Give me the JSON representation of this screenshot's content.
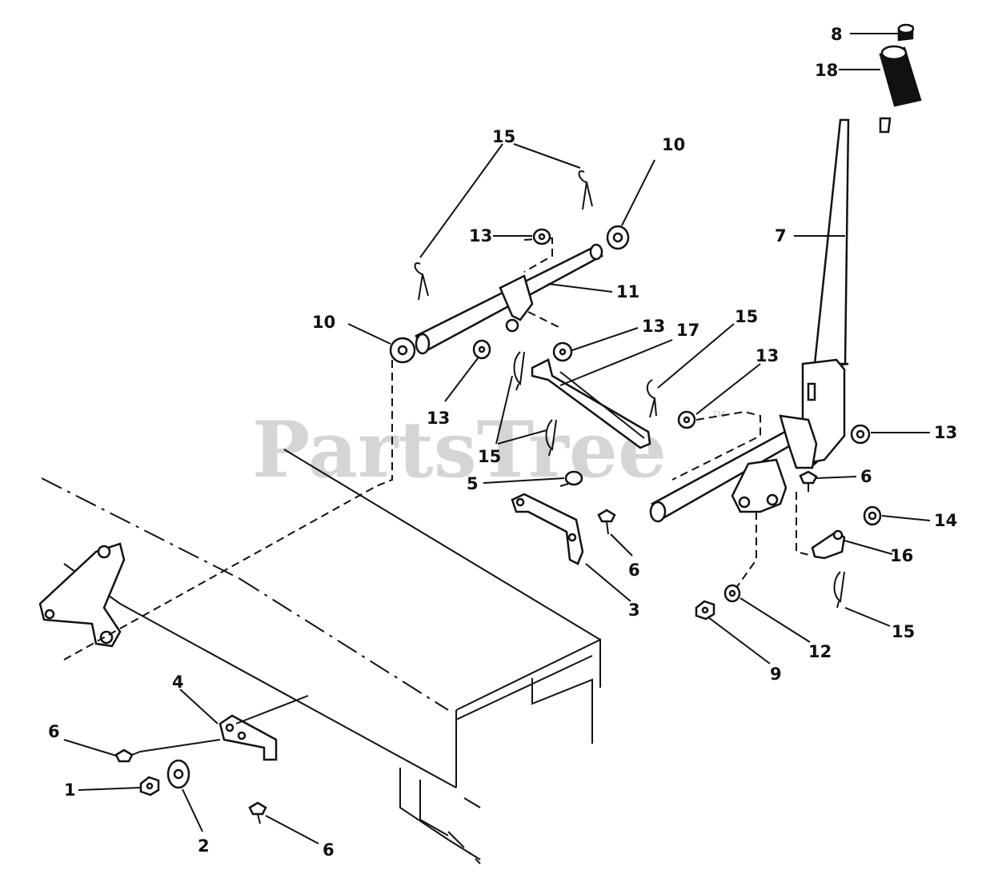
{
  "watermark": {
    "text": "PartsTree",
    "mark": "TM"
  },
  "callouts": [
    {
      "id": "c8",
      "label": "8"
    },
    {
      "id": "c18",
      "label": "18"
    },
    {
      "id": "c15a",
      "label": "15"
    },
    {
      "id": "c10a",
      "label": "10"
    },
    {
      "id": "c13a",
      "label": "13"
    },
    {
      "id": "c7",
      "label": "7"
    },
    {
      "id": "c11",
      "label": "11"
    },
    {
      "id": "c10b",
      "label": "10"
    },
    {
      "id": "c13b",
      "label": "13"
    },
    {
      "id": "c17",
      "label": "17"
    },
    {
      "id": "c15b",
      "label": "15"
    },
    {
      "id": "c13c",
      "label": "13"
    },
    {
      "id": "c13d",
      "label": "13"
    },
    {
      "id": "c13e",
      "label": "13"
    },
    {
      "id": "c15c",
      "label": "15"
    },
    {
      "id": "c5",
      "label": "5"
    },
    {
      "id": "c6a",
      "label": "6"
    },
    {
      "id": "c14",
      "label": "14"
    },
    {
      "id": "c6b",
      "label": "6"
    },
    {
      "id": "c16",
      "label": "16"
    },
    {
      "id": "c3",
      "label": "3"
    },
    {
      "id": "c15d",
      "label": "15"
    },
    {
      "id": "c12",
      "label": "12"
    },
    {
      "id": "c9",
      "label": "9"
    },
    {
      "id": "c4",
      "label": "4"
    },
    {
      "id": "c6c",
      "label": "6"
    },
    {
      "id": "c1",
      "label": "1"
    },
    {
      "id": "c2",
      "label": "2"
    },
    {
      "id": "c6d",
      "label": "6"
    }
  ]
}
